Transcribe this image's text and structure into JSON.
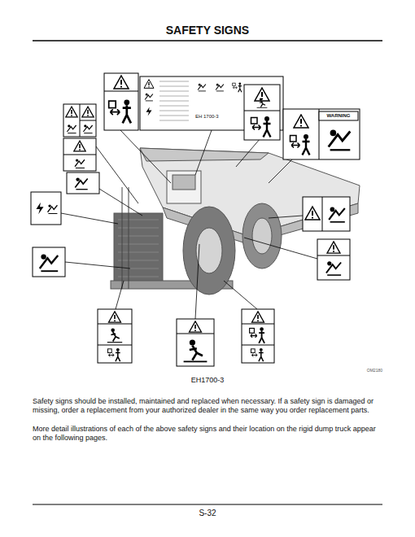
{
  "diagram": {
    "title": "SAFETY SIGNS",
    "caption": "EH1700-3",
    "labels": [
      "EH 1700-3",
      "WARNING",
      "OM2180",
      "Safety signs should be installed, maintained and replaced when necessary. If a safety sign is damaged or missing, order a replacement from your authorized dealer in the same way you order replacement parts.",
      "More detail illustrations of each of the above safety signs and their location on the rigid dump truck appear on the following pages.",
      "S-32"
    ]
  }
}
